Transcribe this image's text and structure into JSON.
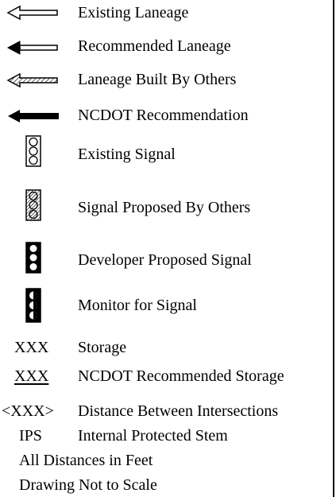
{
  "legend": {
    "items": [
      {
        "icon": "existing-laneage-arrow-icon",
        "label": "Existing Laneage"
      },
      {
        "icon": "recommended-laneage-arrow-icon",
        "label": "Recommended Laneage"
      },
      {
        "icon": "laneage-built-by-others-arrow-icon",
        "label": "Laneage Built By Others"
      },
      {
        "icon": "ncdot-recommendation-arrow-icon",
        "label": "NCDOT Recommendation"
      },
      {
        "icon": "existing-signal-icon",
        "label": "Existing Signal"
      },
      {
        "icon": "signal-proposed-by-others-icon",
        "label": "Signal Proposed By Others"
      },
      {
        "icon": "developer-proposed-signal-icon",
        "label": "Developer Proposed Signal"
      },
      {
        "icon": "monitor-for-signal-icon",
        "label": "Monitor for Signal"
      },
      {
        "symbol": "XXX",
        "label": "Storage"
      },
      {
        "symbol": "XXX",
        "label": "NCDOT Recommended Storage"
      },
      {
        "symbol": "<XXX>",
        "label": "Distance Between Intersections"
      },
      {
        "symbol": "IPS",
        "label": "Internal Protected Stem"
      }
    ],
    "notes": [
      "All Distances in Feet",
      "Drawing Not to Scale"
    ]
  }
}
